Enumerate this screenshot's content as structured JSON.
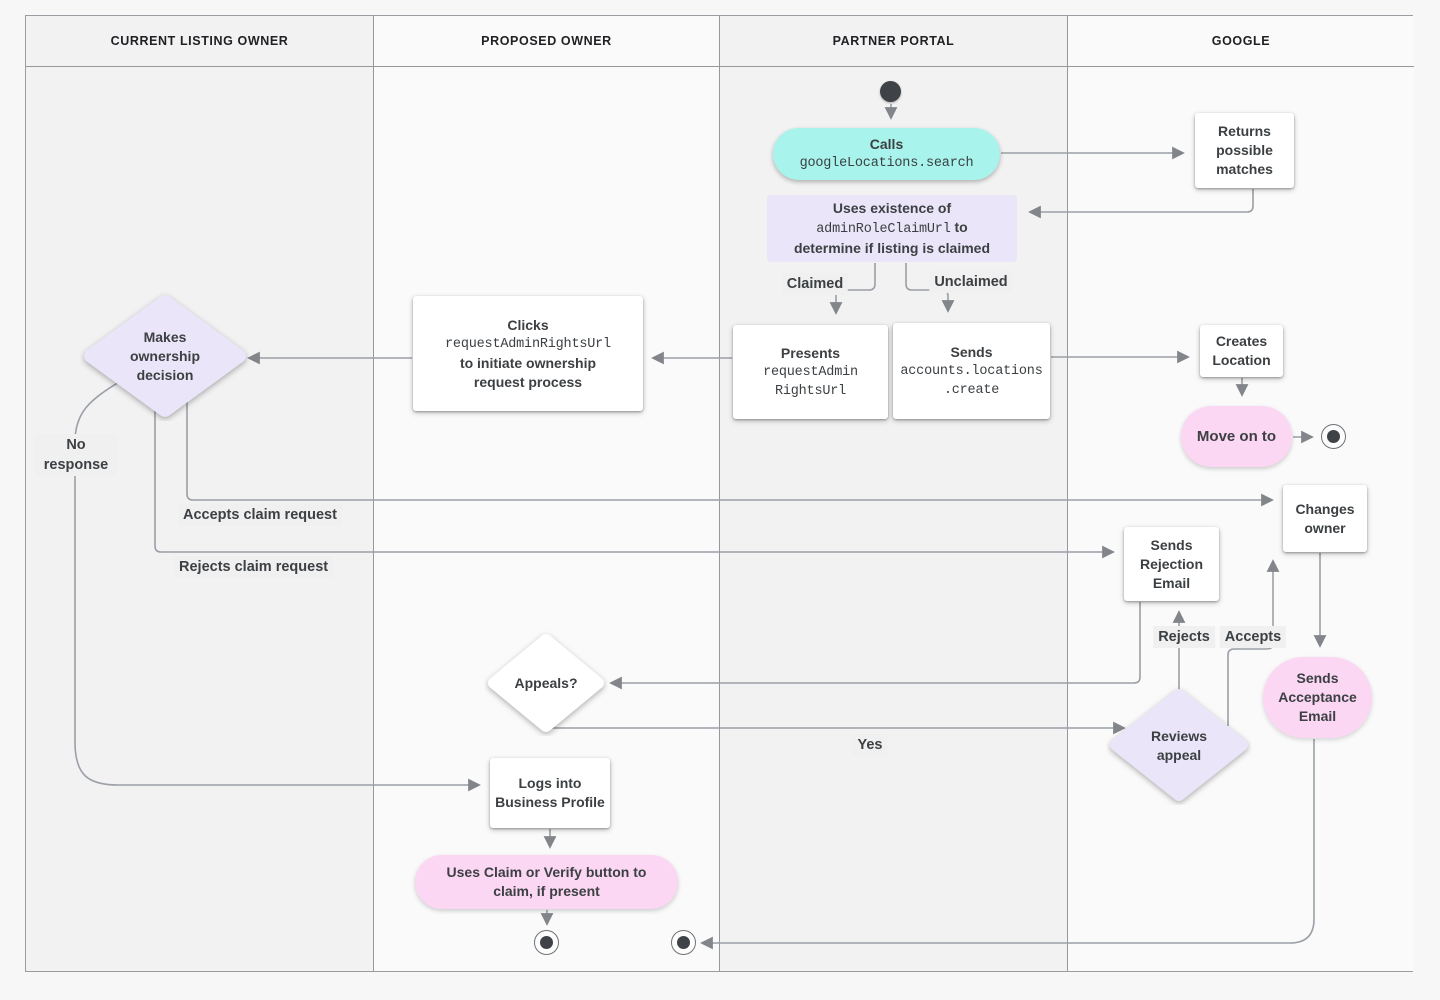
{
  "lanes": [
    {
      "label": "CURRENT LISTING OWNER"
    },
    {
      "label": "PROPOSED OWNER"
    },
    {
      "label": "PARTNER PORTAL"
    },
    {
      "label": "GOOGLE"
    }
  ],
  "nodes": {
    "calls": {
      "title": "Calls",
      "code": "googleLocations.search"
    },
    "returns": {
      "label": "Returns possible matches"
    },
    "uses": {
      "line1": "Uses existence of",
      "code": "adminRoleClaimUrl",
      "after_code": " to",
      "line3": "determine if listing is claimed"
    },
    "presents": {
      "title": "Presents",
      "code_line1": "requestAdmin",
      "code_line2": "RightsUrl"
    },
    "sends_create": {
      "title": "Sends",
      "code_line1": "accounts.locations",
      "code_line2": ".create"
    },
    "clicks": {
      "title": "Clicks",
      "code": "requestAdminRightsUrl",
      "line3": "to initiate ownership",
      "line4": "request process"
    },
    "makes_decision": {
      "label": "Makes ownership decision"
    },
    "creates_location": {
      "label": "Creates Location"
    },
    "move_on": {
      "label": "Move on to"
    },
    "sends_rejection": {
      "label": "Sends Rejection Email"
    },
    "changes_owner": {
      "label": "Changes owner"
    },
    "appeals": {
      "label": "Appeals?"
    },
    "reviews_appeal": {
      "label": "Reviews appeal"
    },
    "sends_acceptance": {
      "label": "Sends Acceptance Email"
    },
    "logs_in": {
      "label": "Logs into Business Profile"
    },
    "claim_verify": {
      "label": "Uses Claim or Verify button to claim, if present"
    }
  },
  "edge_labels": {
    "claimed": "Claimed",
    "unclaimed": "Unclaimed",
    "no_response": "No response",
    "accepts_claim": "Accepts claim request",
    "rejects_claim": "Rejects claim request",
    "yes": "Yes",
    "rejects": "Rejects",
    "accepts": "Accepts"
  },
  "colors": {
    "cyan": "#a8f3eb",
    "pink": "#fbd7f3",
    "lavender": "#eae5f8",
    "box_white": "#ffffff",
    "lane_gray": "#f2f2f3",
    "lane_light": "#fafafa",
    "line": "#9aa0a6",
    "arrow": "#82868b",
    "node_dark": "#3f4347",
    "text": "#3c4043"
  }
}
